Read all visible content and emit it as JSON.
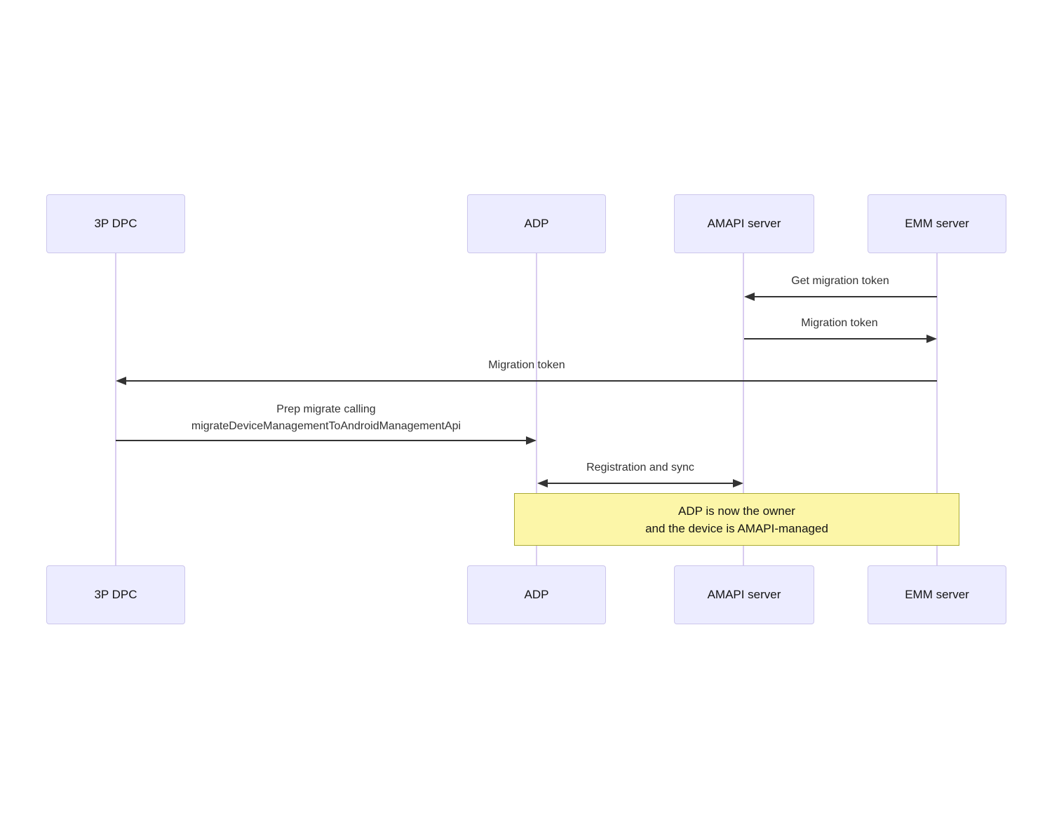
{
  "diagram": {
    "type": "sequence",
    "actors": [
      {
        "id": "3p-dpc",
        "label": "3P DPC"
      },
      {
        "id": "adp",
        "label": "ADP"
      },
      {
        "id": "amapi-server",
        "label": "AMAPI server"
      },
      {
        "id": "emm-server",
        "label": "EMM server"
      }
    ],
    "messages": [
      {
        "label": "Get migration token",
        "from": "EMM server",
        "to": "AMAPI server",
        "direction": "left"
      },
      {
        "label": "Migration token",
        "from": "AMAPI server",
        "to": "EMM server",
        "direction": "right"
      },
      {
        "label": "Migration token",
        "from": "EMM server",
        "to": "3P DPC",
        "direction": "left"
      },
      {
        "label_line1": "Prep migrate calling",
        "label_line2": "migrateDeviceManagementToAndroidManagementApi",
        "from": "3P DPC",
        "to": "ADP",
        "direction": "right"
      },
      {
        "label": "Registration and sync",
        "from": "ADP",
        "to": "AMAPI server",
        "direction": "both"
      }
    ],
    "note": {
      "line1": "ADP is now the owner",
      "line2": "and the device is AMAPI-managed",
      "spans": [
        "ADP",
        "AMAPI server",
        "EMM server"
      ]
    },
    "colors": {
      "actor_fill": "#ECECFF",
      "actor_border": "#CCC6EC",
      "lifeline": "#D9CCF0",
      "arrow": "#333333",
      "note_fill": "#FCF6A8",
      "note_border": "#AAAA33",
      "background": "#FFFFFF"
    }
  }
}
